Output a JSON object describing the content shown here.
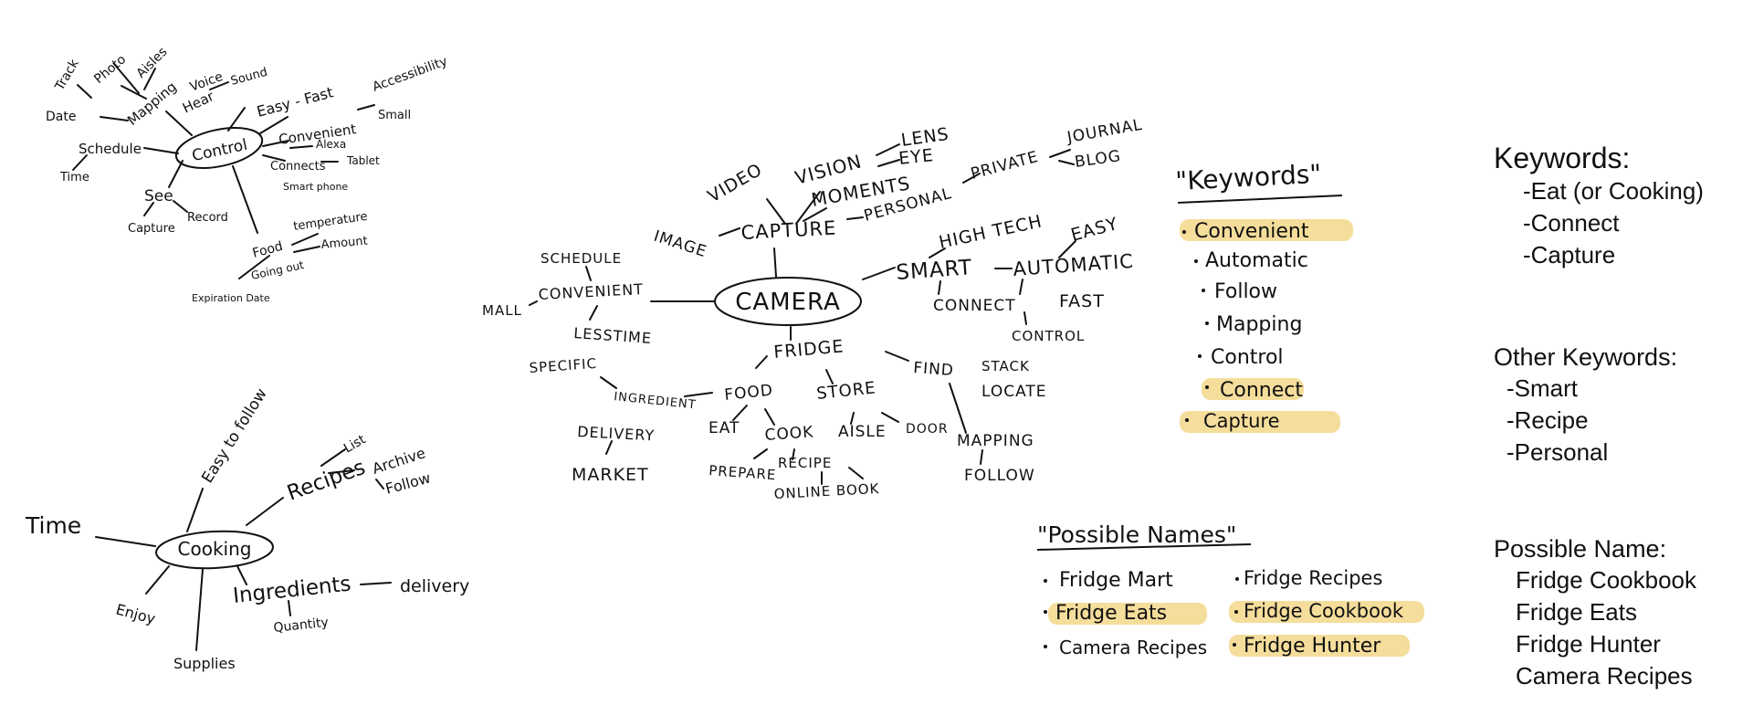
{
  "colors": {
    "ink": "#111111",
    "highlight": "#f2d27a"
  },
  "control_map": {
    "center": "Control",
    "nodes": [
      "Track",
      "Photo",
      "Aisles",
      "Date",
      "Mapping",
      "Voice",
      "Hear",
      "Sound",
      "Easy - Fast",
      "Accessibility",
      "Convenient",
      "Small",
      "Schedule",
      "Time",
      "Connects",
      "Alexa",
      "Tablet",
      "Smart phone",
      "See",
      "Capture",
      "Record",
      "Food",
      "temperature",
      "Amount",
      "Going out",
      "Expiration Date"
    ]
  },
  "cooking_map": {
    "center": "Cooking",
    "nodes": [
      "Easy to follow",
      "Recipes",
      "List",
      "Archive",
      "Follow",
      "Time",
      "Ingredients",
      "delivery",
      "Quantity",
      "Enjoy",
      "Supplies"
    ]
  },
  "camera_map": {
    "center": "CAMERA",
    "nodes": [
      "VIDEO",
      "VISION",
      "LENS",
      "EYE",
      "MOMENTS",
      "IMAGE",
      "CAPTURE",
      "PERSONAL",
      "PRIVATE",
      "JOURNAL",
      "BLOG",
      "HIGH TECH",
      "EASY",
      "SMART",
      "AUTOMATIC",
      "CONNECT",
      "FAST",
      "CONTROL",
      "SCHEDULE",
      "CONVENIENT",
      "MALL",
      "LESSTIME",
      "FRIDGE",
      "SPECIFIC",
      "INGREDIENT",
      "FOOD",
      "STORE",
      "FIND",
      "STACK",
      "LOCATE",
      "DELIVERY",
      "EAT",
      "COOK",
      "AISLE",
      "DOOR",
      "MARKET",
      "PREPARE",
      "RECIPE",
      "ONLINE BOOK",
      "MAPPING",
      "FOLLOW"
    ]
  },
  "keywords_sketch": {
    "title": "\"Keywords\"",
    "items": [
      {
        "text": "Convenient",
        "highlighted": true
      },
      {
        "text": "Automatic",
        "highlighted": false
      },
      {
        "text": "Follow",
        "highlighted": false
      },
      {
        "text": "Mapping",
        "highlighted": false
      },
      {
        "text": "Control",
        "highlighted": false
      },
      {
        "text": "Connect",
        "highlighted": true
      },
      {
        "text": "Capture",
        "highlighted": true
      }
    ]
  },
  "names_sketch": {
    "title": "\"Possible Names\"",
    "items": [
      {
        "text": "Fridge Mart",
        "highlighted": false
      },
      {
        "text": "Fridge Recipes",
        "highlighted": false
      },
      {
        "text": "Fridge Eats",
        "highlighted": true
      },
      {
        "text": "Fridge Cookbook",
        "highlighted": true
      },
      {
        "text": "Camera Recipes",
        "highlighted": false
      },
      {
        "text": "Fridge Hunter",
        "highlighted": true
      }
    ]
  },
  "summary": {
    "keywords_title": "Keywords:",
    "keywords": [
      "-Eat (or Cooking)",
      "-Connect",
      "-Capture"
    ],
    "other_title": "Other Keywords:",
    "other": [
      "-Smart",
      "-Recipe",
      "-Personal"
    ],
    "names_title": "Possible Name:",
    "names": [
      "Fridge Cookbook",
      "Fridge Eats",
      "Fridge Hunter",
      "Camera Recipes"
    ]
  }
}
